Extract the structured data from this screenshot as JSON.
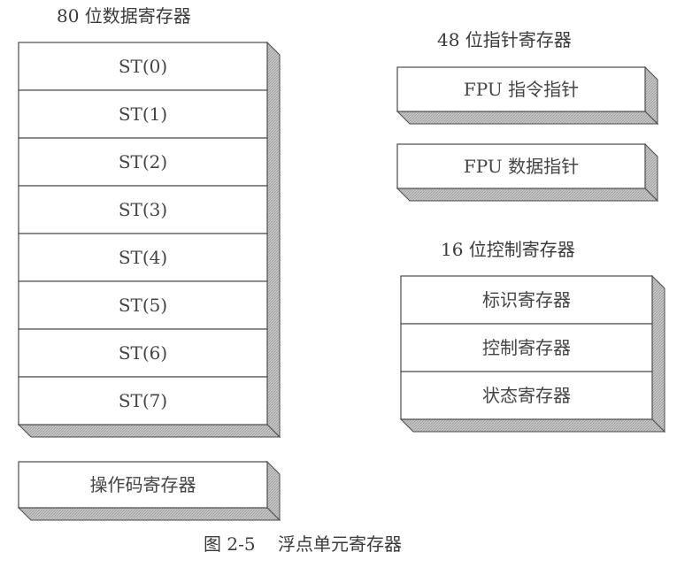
{
  "titles": {
    "data_registers": "80 位数据寄存器",
    "pointer_registers": "48 位指针寄存器",
    "control_registers": "16 位控制寄存器"
  },
  "data_registers": [
    "ST(0)",
    "ST(1)",
    "ST(2)",
    "ST(3)",
    "ST(4)",
    "ST(5)",
    "ST(6)",
    "ST(7)"
  ],
  "opcode_register": "操作码寄存器",
  "pointer_registers": [
    "FPU 指令指针",
    "FPU 数据指针"
  ],
  "control_registers": [
    "标识寄存器",
    "控制寄存器",
    "状态寄存器"
  ],
  "caption": "图 2-5    浮点单元寄存器",
  "colors": {
    "border": "#4a4a4a",
    "shadow": "#b4b4b4",
    "text": "#3a3a3a"
  }
}
